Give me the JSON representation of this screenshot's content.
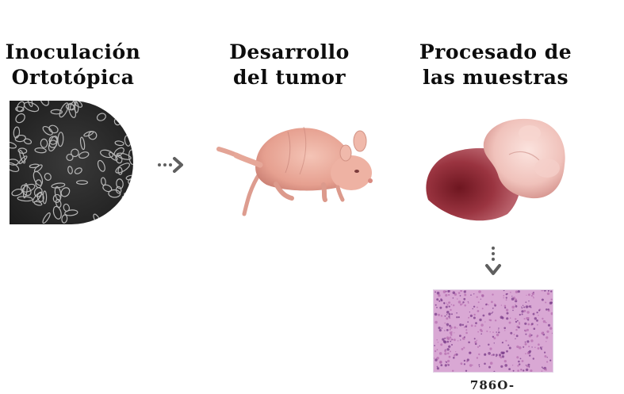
{
  "steps": {
    "inoculation": {
      "title": "Inoculación\nOrtotópica"
    },
    "development": {
      "title": "Desarrollo\ndel tumor"
    },
    "processing": {
      "title": "Procesado de\nlas muestras"
    }
  },
  "histology": {
    "caption": "786O-"
  },
  "icons": {
    "cells": "cell-culture-micrograph-icon",
    "mouse": "nude-mouse-icon",
    "kidney": "kidney-tumor-specimen-icon",
    "histology": "histology-slide-icon",
    "arrow_right": "dotted-arrow-right-icon",
    "arrow_down": "dotted-arrow-down-icon"
  },
  "colors": {
    "arrow": "#5f5f5f",
    "histology_bg": "#d9a8d4",
    "mouse_skin": "#e8a898",
    "kidney_tissue": "#8f2730"
  }
}
